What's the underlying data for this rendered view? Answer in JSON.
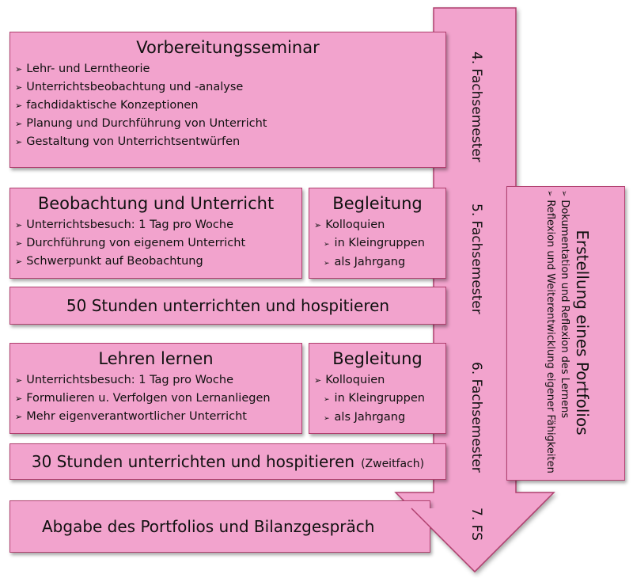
{
  "colors": {
    "fill": "#f2a3cd",
    "border": "#b0406f"
  },
  "vorbereitung": {
    "title": "Vorbereitungsseminar",
    "items": [
      "Lehr- und Lerntheorie",
      "Unterrichtsbeobachtung und -analyse",
      "fachdidaktische Konzeptionen",
      "Planung und Durchführung von Unterricht",
      "Gestaltung von Unterrichtsentwürfen"
    ]
  },
  "beobachtung": {
    "title": "Beobachtung und Unterricht",
    "items": [
      "Unterrichtsbesuch: 1 Tag pro Woche",
      "Durchführung von eigenem Unterricht",
      "Schwerpunkt auf Beobachtung"
    ]
  },
  "begleitung1": {
    "title": "Begleitung",
    "main": "Kolloquien",
    "sub": [
      "in Kleingruppen",
      "als Jahrgang"
    ]
  },
  "stunden50": "50 Stunden unterrichten und hospitieren",
  "lehren": {
    "title": "Lehren lernen",
    "items": [
      "Unterrichtsbesuch: 1 Tag pro Woche",
      "Formulieren u. Verfolgen von Lernanliegen",
      "Mehr eigenverantwortlicher Unterricht"
    ]
  },
  "begleitung2": {
    "title": "Begleitung",
    "main": "Kolloquien",
    "sub": [
      "in Kleingruppen",
      "als Jahrgang"
    ]
  },
  "stunden30": {
    "main": "30 Stunden unterrichten und hospitieren",
    "note": "(Zweitfach)"
  },
  "abgabe": "Abgabe des Portfolios und Bilanzgespräch",
  "semesters": [
    "4. Fachsemester",
    "5. Fachsemester",
    "6. Fachsemester",
    "7. FS"
  ],
  "portfolio": {
    "title": "Erstellung eines Portfolios",
    "items": [
      "Dokumentation und Reflexion des Lernens",
      "Reflexion und Weiterentwicklung eigener Fähigkeiten"
    ]
  }
}
